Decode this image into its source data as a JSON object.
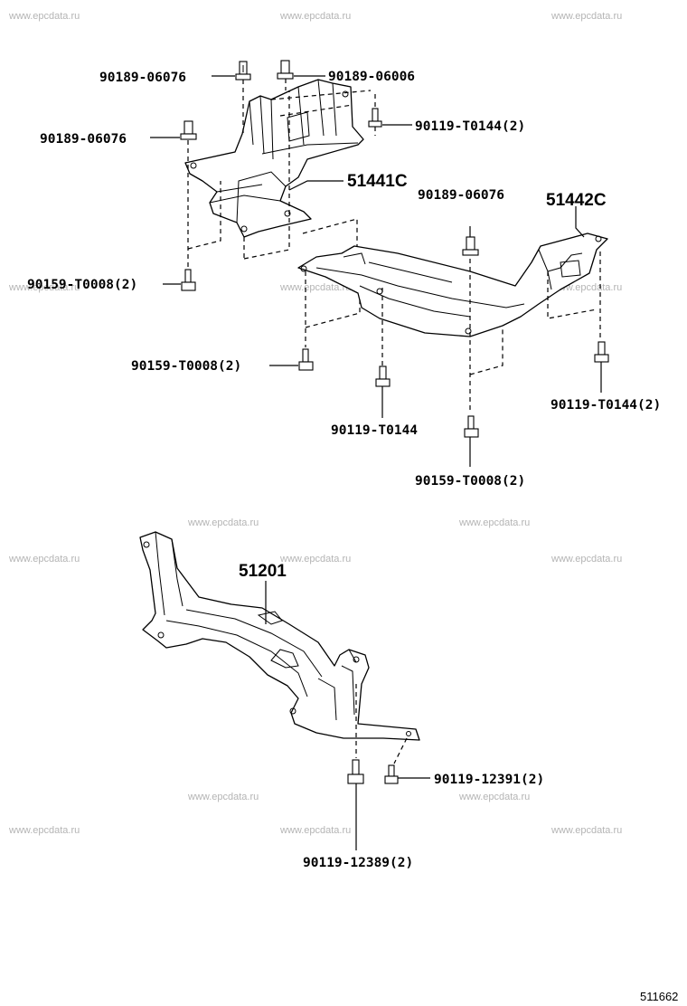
{
  "watermark": "www.epcdata.ru",
  "labels": {
    "clip_a": "90189-06076",
    "clip_b": "90189-06006",
    "clip_c": "90189-06076",
    "clip_d": "90189-06076",
    "screw_t0144_2a": "90119-T0144(2)",
    "part_51441c": "51441C",
    "part_51442c": "51442C",
    "bolt_t0008_2a": "90159-T0008(2)",
    "bolt_t0008_2b": "90159-T0008(2)",
    "screw_t0144": "90119-T0144",
    "screw_t0144_2b": "90119-T0144(2)",
    "bolt_t0008_2c": "90159-T0008(2)",
    "part_51201": "51201",
    "bolt_12391": "90119-12391(2)",
    "bolt_12389": "90119-12389(2)"
  },
  "diagram_ref": "511662"
}
